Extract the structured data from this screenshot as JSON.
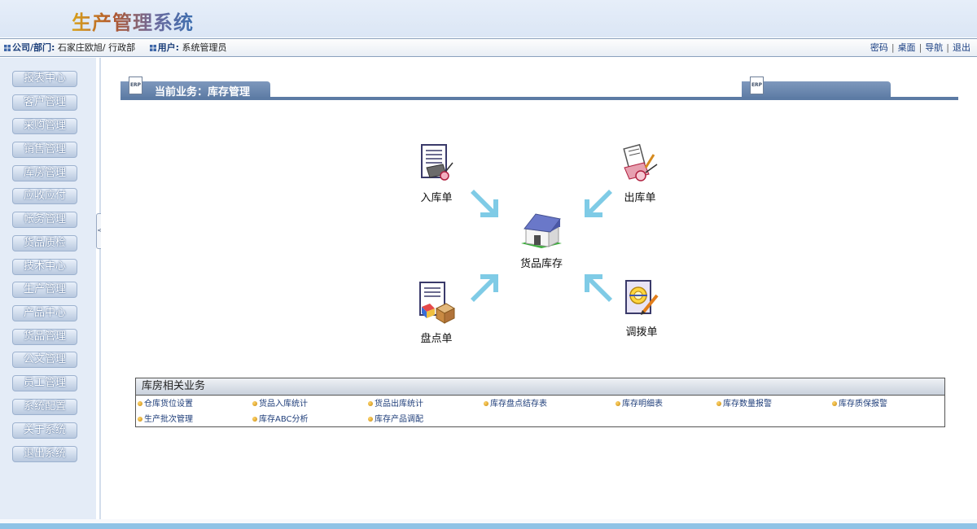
{
  "app": {
    "title": "生产管理系统"
  },
  "infobar": {
    "company_label": "公司/部门:",
    "company_value": "石家庄欧旭/ 行政部",
    "user_label": "用户:",
    "user_value": "系统管理员",
    "links": [
      "密码",
      "桌面",
      "导航",
      "退出"
    ]
  },
  "sidebar": {
    "items": [
      "报表中心",
      "客户管理",
      "采购管理",
      "销售管理",
      "库房管理",
      "应收应付",
      "帐务管理",
      "货品质检",
      "技术中心",
      "生产管理",
      "产品中心",
      "货品管理",
      "公文管理",
      "员工管理",
      "系统配置",
      "关于系统",
      "退出系统"
    ],
    "collapse_glyph": "<"
  },
  "main": {
    "erp_badge": "ERP",
    "current_business": "当前业务：库存管理",
    "flow": {
      "inbound": "入库单",
      "outbound": "出库单",
      "center": "货品库存",
      "stocktake": "盘点单",
      "transfer": "调拨单"
    },
    "related": {
      "title": "库房相关业务",
      "links": [
        "仓库货位设置",
        "货品入库统计",
        "货品出库统计",
        "库存盘点结存表",
        "库存明细表",
        "库存数量报警",
        "库存质保报警",
        "生产批次管理",
        "库存ABC分析",
        "库存产品调配"
      ]
    }
  },
  "colors": {
    "tab": "#5c7ba4",
    "arrow": "#7fcbe6",
    "sidebar_bg": "#e4ecf7",
    "link": "#1f3e7a"
  }
}
